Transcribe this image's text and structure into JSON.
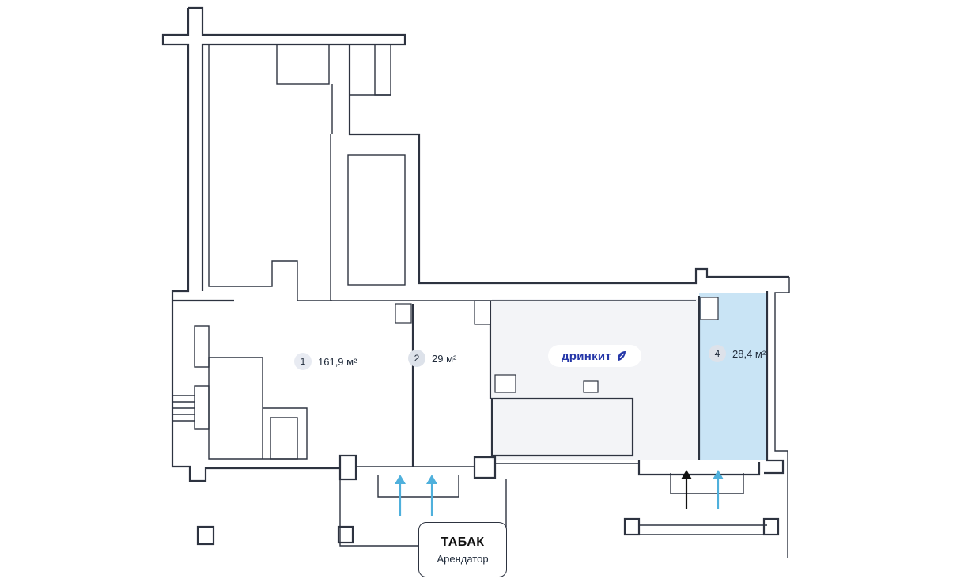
{
  "plan": {
    "rooms": [
      {
        "number": "1",
        "area": "161,9 м²"
      },
      {
        "number": "2",
        "area": "29 м²"
      },
      {
        "number": "4",
        "area": "28,4 м²"
      }
    ],
    "brand": {
      "name": "дринкит",
      "icon": "drinkit-logo-icon"
    },
    "tenant": {
      "title": "ТАБАК",
      "subtitle": "Арендатор"
    },
    "highlight_color": "#c9e4f5",
    "neutral_fill": "#f3f4f7",
    "arrow_color_blue": "#4fb0dc",
    "arrow_color_black": "#111111",
    "wall_color": "#2d3340"
  }
}
